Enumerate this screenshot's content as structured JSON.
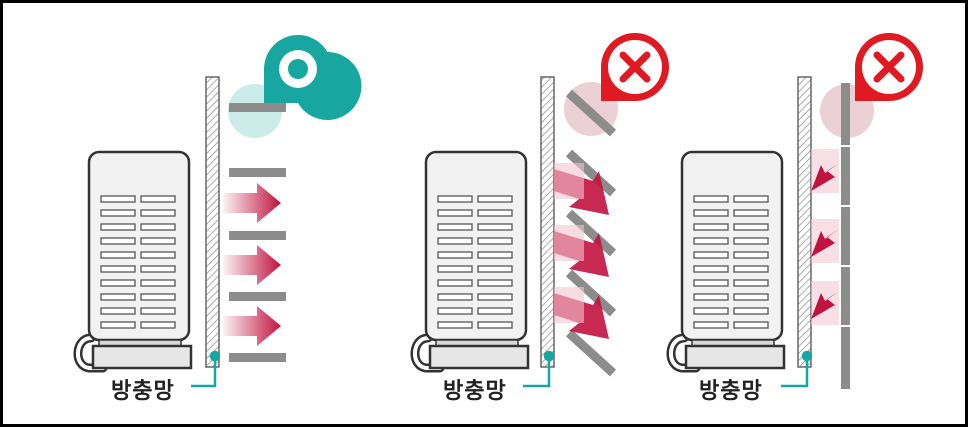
{
  "panels": [
    {
      "status": "correct",
      "status_icon": "circle-ok-icon",
      "label": "방충망"
    },
    {
      "status": "wrong",
      "status_icon": "x-mark-icon",
      "label": "방충망"
    },
    {
      "status": "wrong",
      "status_icon": "x-mark-icon",
      "label": "방충망"
    }
  ],
  "colors": {
    "ok": "#17a7a0",
    "wrong": "#e01a22",
    "arrow": "#c2123f",
    "louver": "#8c8c8c",
    "outline": "#333333"
  }
}
